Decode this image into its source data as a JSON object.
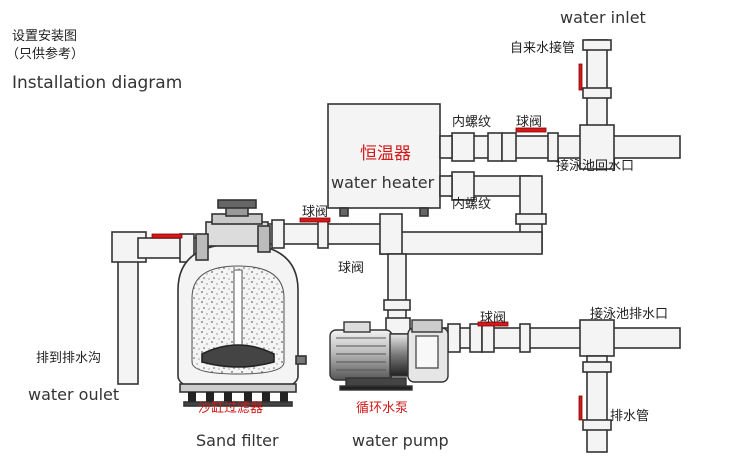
{
  "header": {
    "title_cn": "设置安装图",
    "subtitle_cn": "（只供参考）",
    "title_en": "Installation diagram"
  },
  "labels": {
    "water_inlet_en": "water inlet",
    "tap_water_pipe_cn": "自来水接管",
    "inner_thread_top_cn": "内螺纹",
    "ball_valve_top_cn": "球阀",
    "pool_return_cn": "接泳池回水口",
    "heater_cn": "恒温器",
    "heater_en": "water heater",
    "inner_thread_bottom_cn": "内螺纹",
    "ball_valve_filter_cn": "球阀",
    "ball_valve_middle_cn": "球阀",
    "ball_valve_pump_cn": "球阀",
    "pool_drain_cn": "接泳池排水口",
    "drain_ditch_cn": "排到排水沟",
    "water_outlet_en": "water oulet",
    "sand_filter_cn": "沙缸过滤器",
    "sand_filter_en": "Sand filter",
    "pump_cn": "循环水泵",
    "pump_en": "water pump",
    "drain_pipe_cn": "排水管"
  },
  "colors": {
    "valve_red": "#d21a1a",
    "pipe_fill": "#f4f4f4",
    "line": "#333333"
  }
}
